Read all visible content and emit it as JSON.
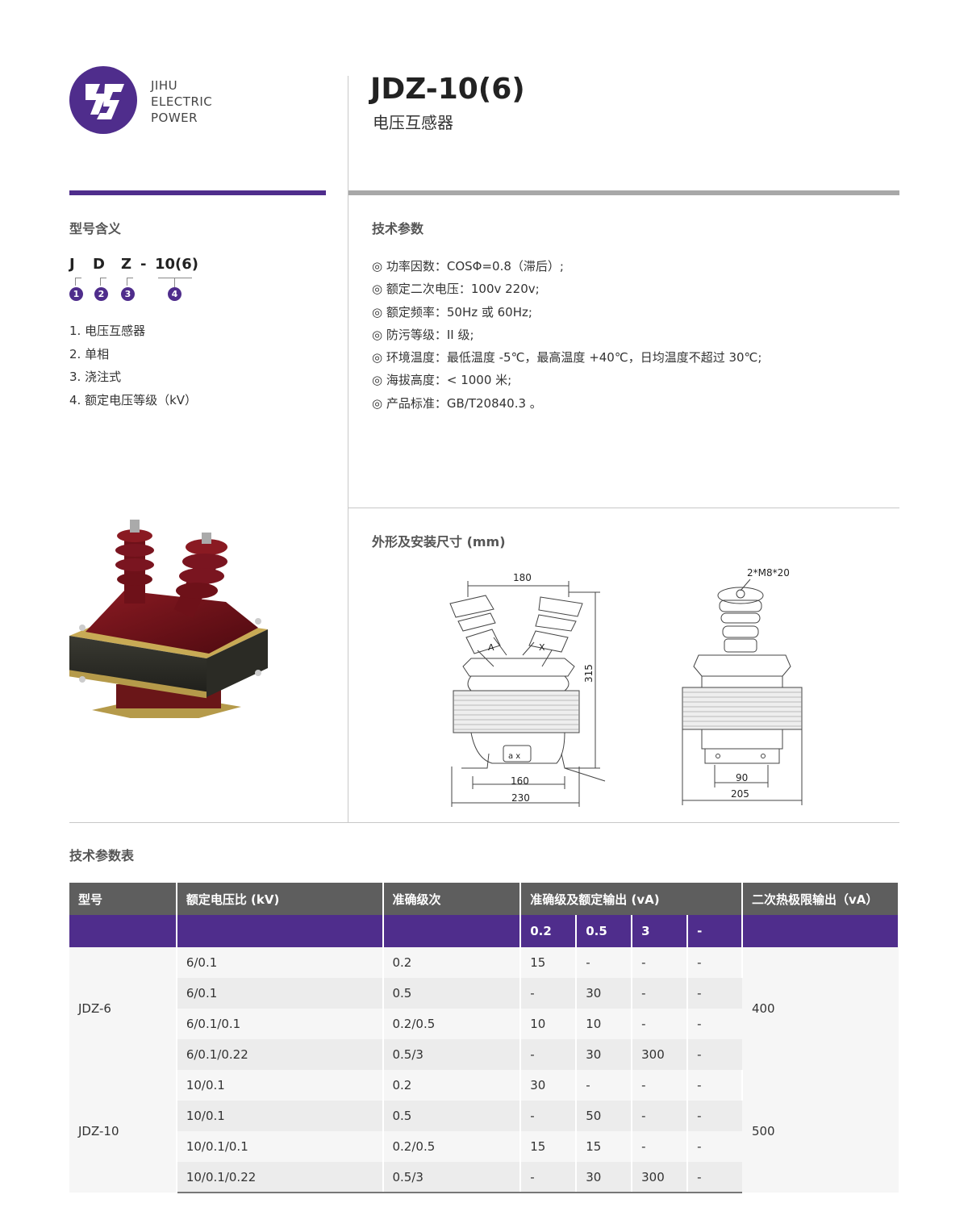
{
  "brand": {
    "line1": "JIHU",
    "line2": "ELECTRIC",
    "line3": "POWER",
    "color": "#4f2d8c"
  },
  "product": {
    "title": "JDZ-10(6)",
    "subtitle": "电压互感器"
  },
  "model_meaning": {
    "title": "型号含义",
    "code": [
      "J",
      "D",
      "Z",
      "-",
      "10(6)"
    ],
    "badges": [
      "1",
      "2",
      "3",
      "4"
    ],
    "items": [
      "1. 电压互感器",
      "2. 单相",
      "3. 浇注式",
      "4. 额定电压等级（kV）"
    ]
  },
  "tech_params": {
    "title": "技术参数",
    "items": [
      "◎ 功率因数：COSΦ=0.8（滞后）;",
      "◎ 额定二次电压：100v 220v;",
      "◎ 额定频率：50Hz 或 60Hz;",
      "◎ 防污等级：II 级;",
      "◎ 环境温度：最低温度 -5℃，最高温度 +40℃，日均温度不超过 30℃;",
      "◎ 海拔高度：< 1000 米;",
      "◎ 产品标准：GB/T20840.3 。"
    ]
  },
  "dimensions": {
    "title": "外形及安装尺寸 (mm)",
    "front": {
      "top": "180",
      "height": "315",
      "inner": "160",
      "outer": "230",
      "label_a": "A",
      "label_x": "X",
      "terminal": "a x"
    },
    "side": {
      "bolt": "2*M8*20",
      "inner": "90",
      "outer": "205"
    }
  },
  "spec_table": {
    "title": "技术参数表",
    "headers": [
      "型号",
      "额定电压比 (kV)",
      "准确级次",
      "准确级及额定输出 (vA)",
      "二次热极限输出（vA）"
    ],
    "subheaders": [
      "0.2",
      "0.5",
      "3",
      "-"
    ],
    "groups": [
      {
        "model": "JDZ-6",
        "thermal": "400",
        "rows": [
          [
            "6/0.1",
            "0.2",
            "15",
            "-",
            "-",
            "-"
          ],
          [
            "6/0.1",
            "0.5",
            "-",
            "30",
            "-",
            "-"
          ],
          [
            "6/0.1/0.1",
            "0.2/0.5",
            "10",
            "10",
            "-",
            "-"
          ],
          [
            "6/0.1/0.22",
            "0.5/3",
            "-",
            "30",
            "300",
            "-"
          ]
        ]
      },
      {
        "model": "JDZ-10",
        "thermal": "500",
        "rows": [
          [
            "10/0.1",
            "0.2",
            "30",
            "-",
            "-",
            "-"
          ],
          [
            "10/0.1",
            "0.5",
            "-",
            "50",
            "-",
            "-"
          ],
          [
            "10/0.1/0.1",
            "0.2/0.5",
            "15",
            "15",
            "-",
            "-"
          ],
          [
            "10/0.1/0.22",
            "0.5/3",
            "-",
            "30",
            "300",
            "-"
          ]
        ]
      }
    ]
  }
}
